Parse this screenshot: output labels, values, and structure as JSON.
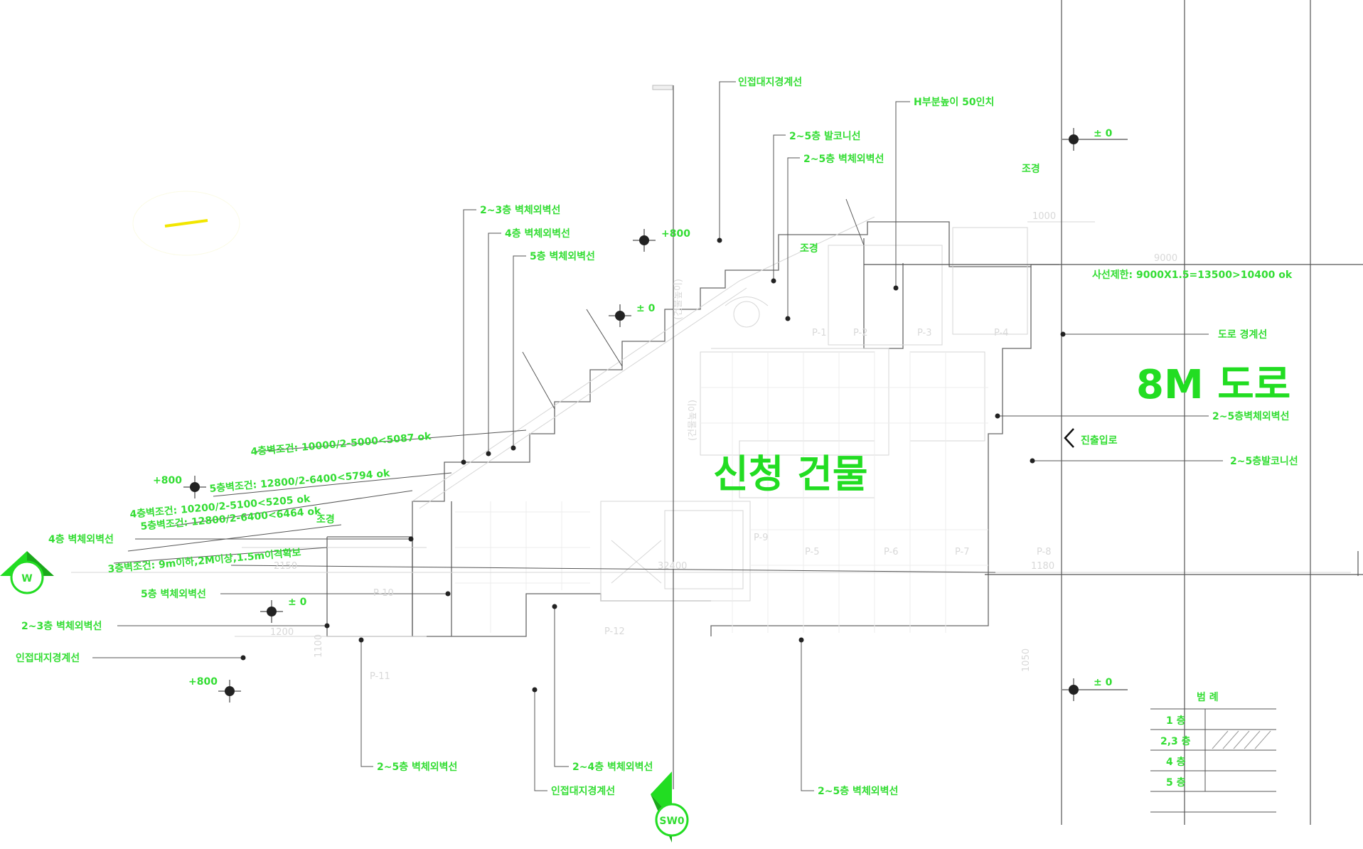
{
  "colors": {
    "label": "#33dd33",
    "big_label": "#22dd22",
    "line": "#555555",
    "faint": "#d6d6d6",
    "accent_yellow": "#f2e600"
  },
  "titles": {
    "building": "신청 건물",
    "road": "8M 도로",
    "entrance": "진출입로"
  },
  "labels": {
    "adj_boundary_top": "인접대지경계선",
    "height_limit": "H부분높이 50인치",
    "balcony_2_5": "2~5층 발코니선",
    "wall_2_5_top": "2~5층 벽체외벽선",
    "wall_2_3_left": "2~3층 벽체외벽선",
    "wall_4_left": "4층 벽체외벽선",
    "wall_5_left": "5층 벽체외벽선",
    "landscape_1": "조경",
    "landscape_2": "조경",
    "landscape_3": "조경",
    "road_boundary": "도로 경계선",
    "wall_2_5_right": "2~5층벽체외벽선",
    "balcony_2_5_right": "2~5층발코니선",
    "setback_calc": "사선제한: 9000X1.5=13500>10400 ok",
    "calc_4f": "4층벽조건: 10000/2-5000<5087 ok",
    "calc_5f": "5층벽조건: 12800/2-6400<5794 ok",
    "calc_4f_b": "4층벽조건: 10200/2-5100<5205 ok",
    "calc_5f_b": "5층벽조건: 12800/2-6400<6464 ok",
    "calc_3f": "3층벽조건: 9m이하,2M이상,1.5m이격확보",
    "wall_4_far_left": "4층 벽체외벽선",
    "wall_5_left_b": "5층 벽체외벽선",
    "wall_2_3_left_b": "2~3층 벽체외벽선",
    "adj_boundary_left": "인접대지경계선",
    "wall_2_5_bottom_a": "2~5층 벽체외벽선",
    "wall_2_4_bottom": "2~4층 벽체외벽선",
    "adj_boundary_bottom": "인접대지경계선",
    "wall_2_5_bottom_b": "2~5층 벽체외벽선",
    "level_800_a": "+800",
    "level_800_b": "+800",
    "level_800_c": "+800",
    "level_0_a": "± 0",
    "level_0_b": "± 0",
    "level_0_c": "± 0",
    "level_0_d": "± 0",
    "north_marker_left": "W",
    "north_marker_bottom": "SW0"
  },
  "dimensions": {
    "d_9000": "9000",
    "d_1000_top": "1000",
    "d_1180": "1180",
    "d_32400": "32400",
    "d_2150": "2150",
    "d_1200": "1200",
    "d_1100": "1100",
    "d_1050": "1050",
    "side_height_1": "(건물높이)",
    "side_height_2": "(건물높이)"
  },
  "rooms": [
    "P-1",
    "P-2",
    "P-3",
    "P-4",
    "P-5",
    "P-6",
    "P-7",
    "P-8",
    "P-9",
    "P-10",
    "P-11",
    "P-12"
  ],
  "legend": {
    "title": "범 례",
    "rows": [
      {
        "label": "1 층",
        "hatch": "none"
      },
      {
        "label": "2,3 층",
        "hatch": "diagonal"
      },
      {
        "label": "4 층",
        "hatch": "none"
      },
      {
        "label": "5 층",
        "hatch": "none"
      }
    ]
  }
}
